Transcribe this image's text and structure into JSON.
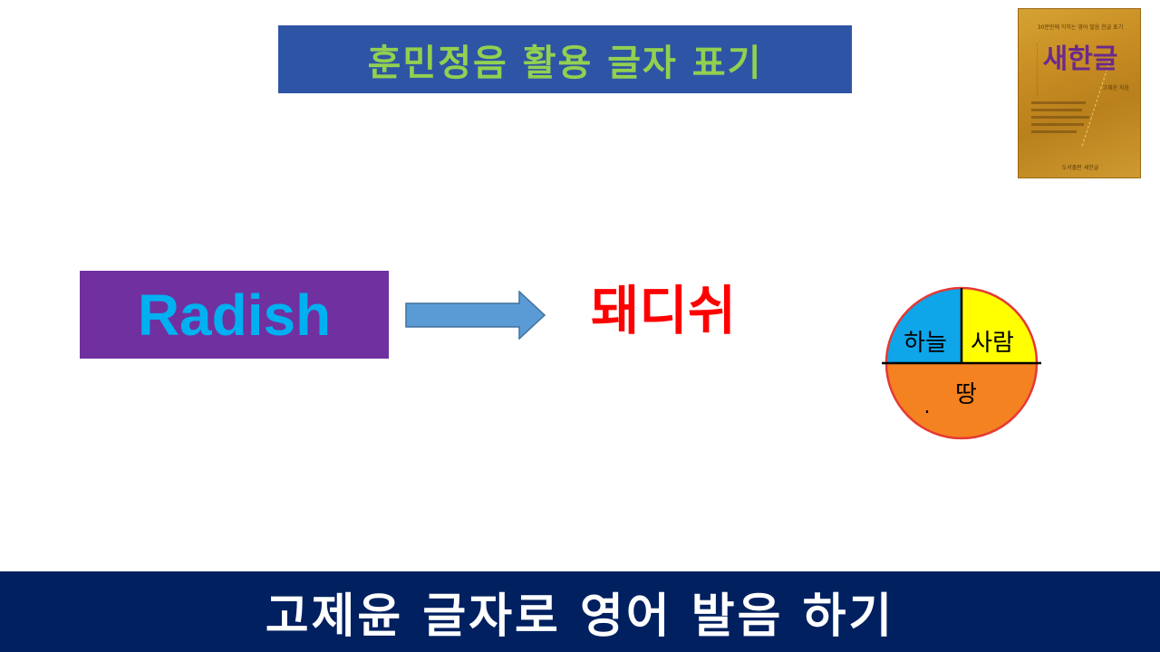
{
  "slide": {
    "title": "훈민정음 활용 글자 표기",
    "english_word": "Radish",
    "korean_transcription": "돼디쉬",
    "footer": "고제윤 글자로 영어 발음 하기"
  },
  "book_cover": {
    "subtitle": "30분만에 익히는 영어 발음 한글 표기",
    "title": "새한글",
    "author": "고제윤 지음",
    "publisher": "도서출판 새한글"
  },
  "diagram": {
    "labels": {
      "sky": "하늘",
      "person": "사람",
      "earth": "땅",
      "dot": "."
    },
    "colors": {
      "sky": "#0ea5e9",
      "person": "#ffff00",
      "earth": "#f58220",
      "border": "#e53935"
    }
  },
  "colors": {
    "title_bg": "#2e55a5",
    "title_text": "#92d050",
    "radish_bg": "#7030a0",
    "radish_text": "#00b0f0",
    "arrow": "#5b9bd5",
    "korean_word": "#ff0000",
    "footer_bg": "#002060",
    "footer_text": "#ffffff"
  }
}
